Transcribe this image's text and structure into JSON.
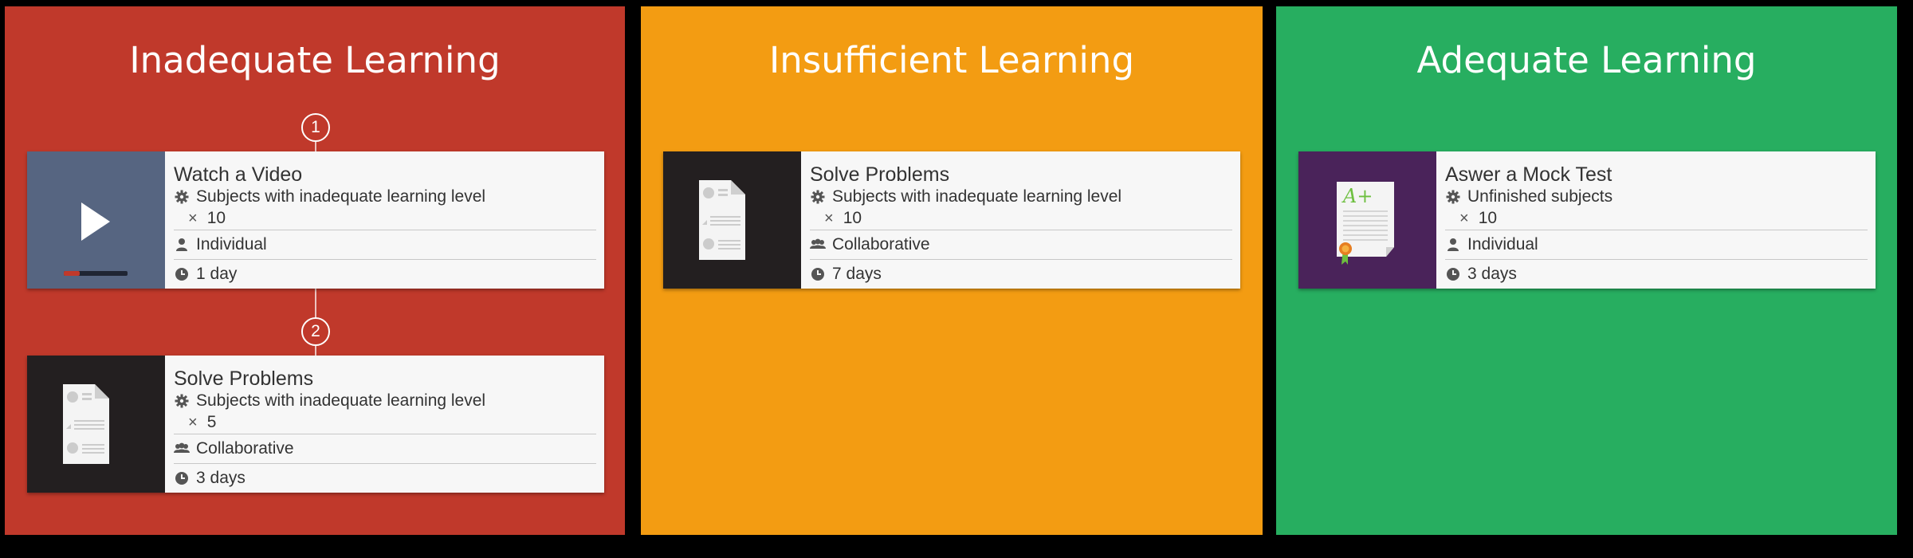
{
  "colors": {
    "inadequate": "#c0392b",
    "insufficient": "#f39c12",
    "adequate": "#27ae60"
  },
  "panels": [
    {
      "title": "Inadequate Learning",
      "steps": [
        "1",
        "2"
      ],
      "cards": [
        {
          "title": "Watch a Video",
          "subjects": "Subjects with inadequate learning level",
          "times": "×",
          "count": "10",
          "mode": "Individual",
          "mode_icon": "person-icon",
          "duration": "1 day",
          "thumb_icon": "video-play-icon"
        },
        {
          "title": "Solve Problems",
          "subjects": "Subjects with inadequate learning level",
          "times": "×",
          "count": "5",
          "mode": "Collaborative",
          "mode_icon": "group-icon",
          "duration": "3 days",
          "thumb_icon": "worksheet-icon"
        }
      ]
    },
    {
      "title": "Insufficient Learning",
      "cards": [
        {
          "title": "Solve Problems",
          "subjects": "Subjects with inadequate learning level",
          "times": "×",
          "count": "10",
          "mode": "Collaborative",
          "mode_icon": "group-icon",
          "duration": "7 days",
          "thumb_icon": "worksheet-icon"
        }
      ]
    },
    {
      "title": "Adequate Learning",
      "cards": [
        {
          "title": "Aswer a Mock Test",
          "subjects": "Unfinished subjects",
          "times": "×",
          "count": "10",
          "mode": "Individual",
          "mode_icon": "person-icon",
          "duration": "3 days",
          "thumb_icon": "graded-test-icon"
        }
      ],
      "thumb_grade": "A+"
    }
  ]
}
